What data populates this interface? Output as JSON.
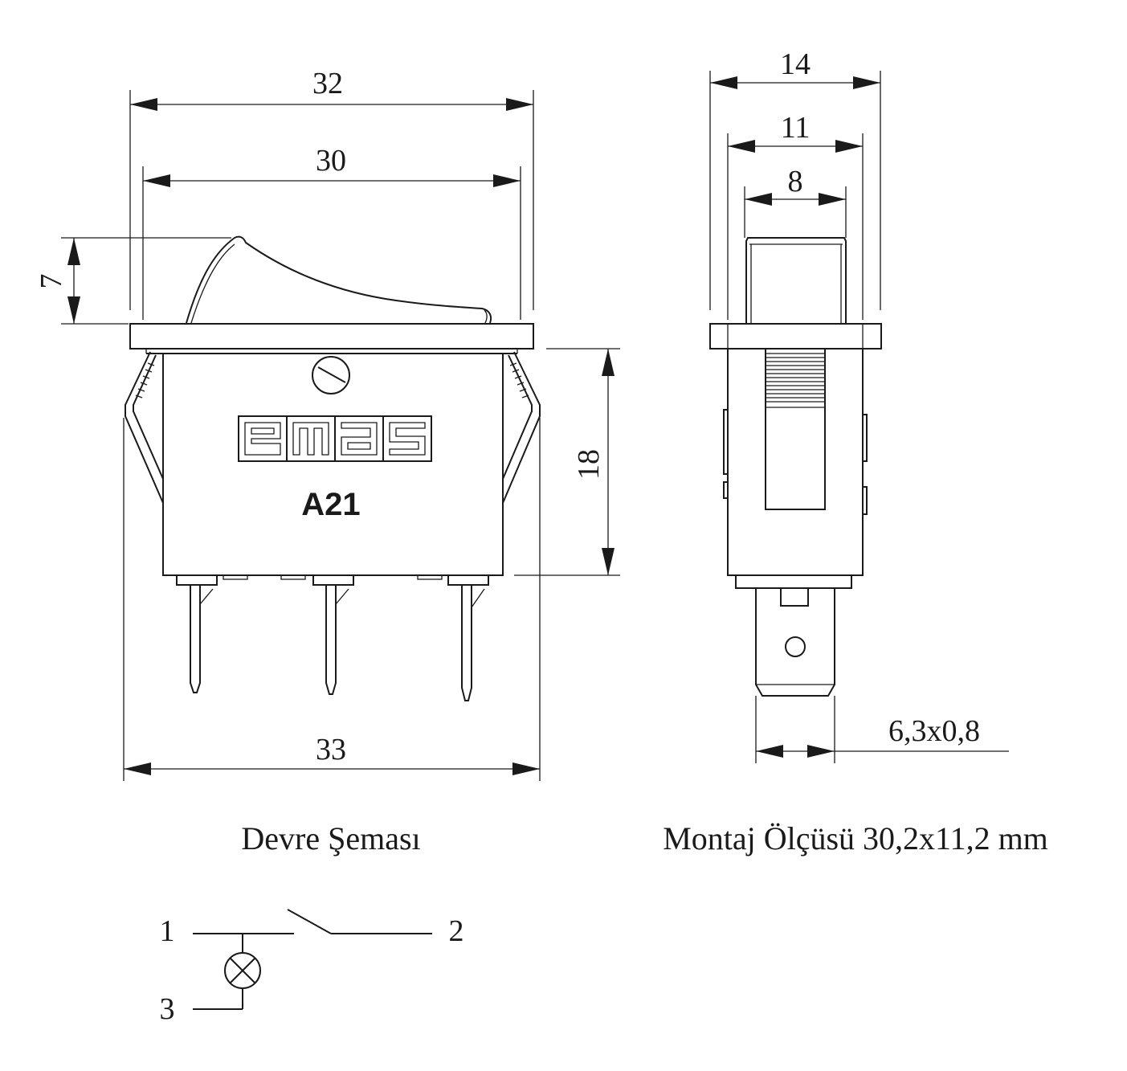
{
  "front_view": {
    "dims": {
      "overall_top_width": "32",
      "body_top_width": "30",
      "rocker_height": "7",
      "body_height": "18",
      "bottom_width": "33"
    },
    "brand_logo": "emas",
    "model": "A21"
  },
  "side_view": {
    "dims": {
      "flange_width": "14",
      "body_width": "11",
      "rocker_width": "8",
      "terminal": "6,3x0,8"
    }
  },
  "captions": {
    "circuit": "Devre Şeması",
    "mounting": "Montaj Ölçüsü 30,2x11,2 mm"
  },
  "schematic": {
    "pin1": "1",
    "pin2": "2",
    "pin3": "3"
  },
  "colors": {
    "ink": "#1a1a1a",
    "background": "#ffffff"
  }
}
